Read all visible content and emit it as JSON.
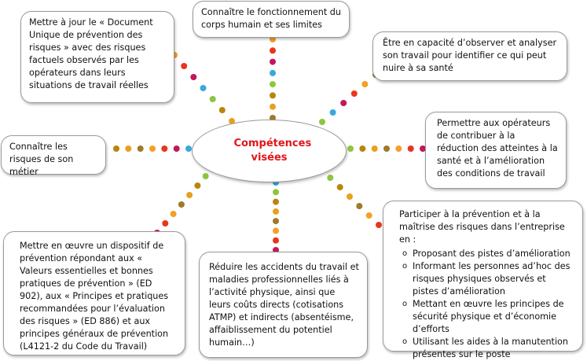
{
  "center": {
    "title": "Compétences visées"
  },
  "boxes": {
    "top_left": "Mettre à jour le « Document Unique de prévention des risques » avec des risques factuels observés par les opérateurs dans leurs situations de travail réelles",
    "top_center": "Connaître le fonctionnement du corps humain et ses limites",
    "top_right": "Être en capacité d’observer et analyser son travail pour identifier ce qui peut nuire à sa santé",
    "mid_right": "Permettre aux opérateurs de contribuer à la réduction des atteintes à la santé et à l’amélioration des conditions de travail",
    "left": "Connaître les risques de son métier",
    "bottom_right_intro": "Participer à la prévention et à la maîtrise des risques dans l’entreprise en :",
    "bottom_right_items": [
      "Proposant des pistes d’amélioration",
      "Informant les personnes ad’hoc des risques physiques observés et pistes d’amélioration",
      "Mettant en œuvre les principes de sécurité physique et d’économie d’efforts",
      "Utilisant les aides à la manutention présentes sur le poste"
    ],
    "bottom_center": "Réduire les accidents du travail et maladies professionnelles liés à l’activité physique, ainsi que leurs coûts directs (cotisations ATMP) et indirects (absentéisme, affaiblissement du potentiel humain…)",
    "bottom_left": "Mettre en œuvre un dispositif de prévention répondant aux « Valeurs essentielles et bonnes pratiques de prévention » (ED 902), aux « Principes et pratiques recommandées pour l’évaluation des risques » (ED 886) et aux principes généraux de prévention (L4121-2 du Code du Travail)"
  },
  "dot_colors": [
    "#f4a026",
    "#e8361d",
    "#c2185b",
    "#39a9dc",
    "#8cc63f",
    "#b8860b",
    "#e8a020",
    "#9e7a2a"
  ]
}
